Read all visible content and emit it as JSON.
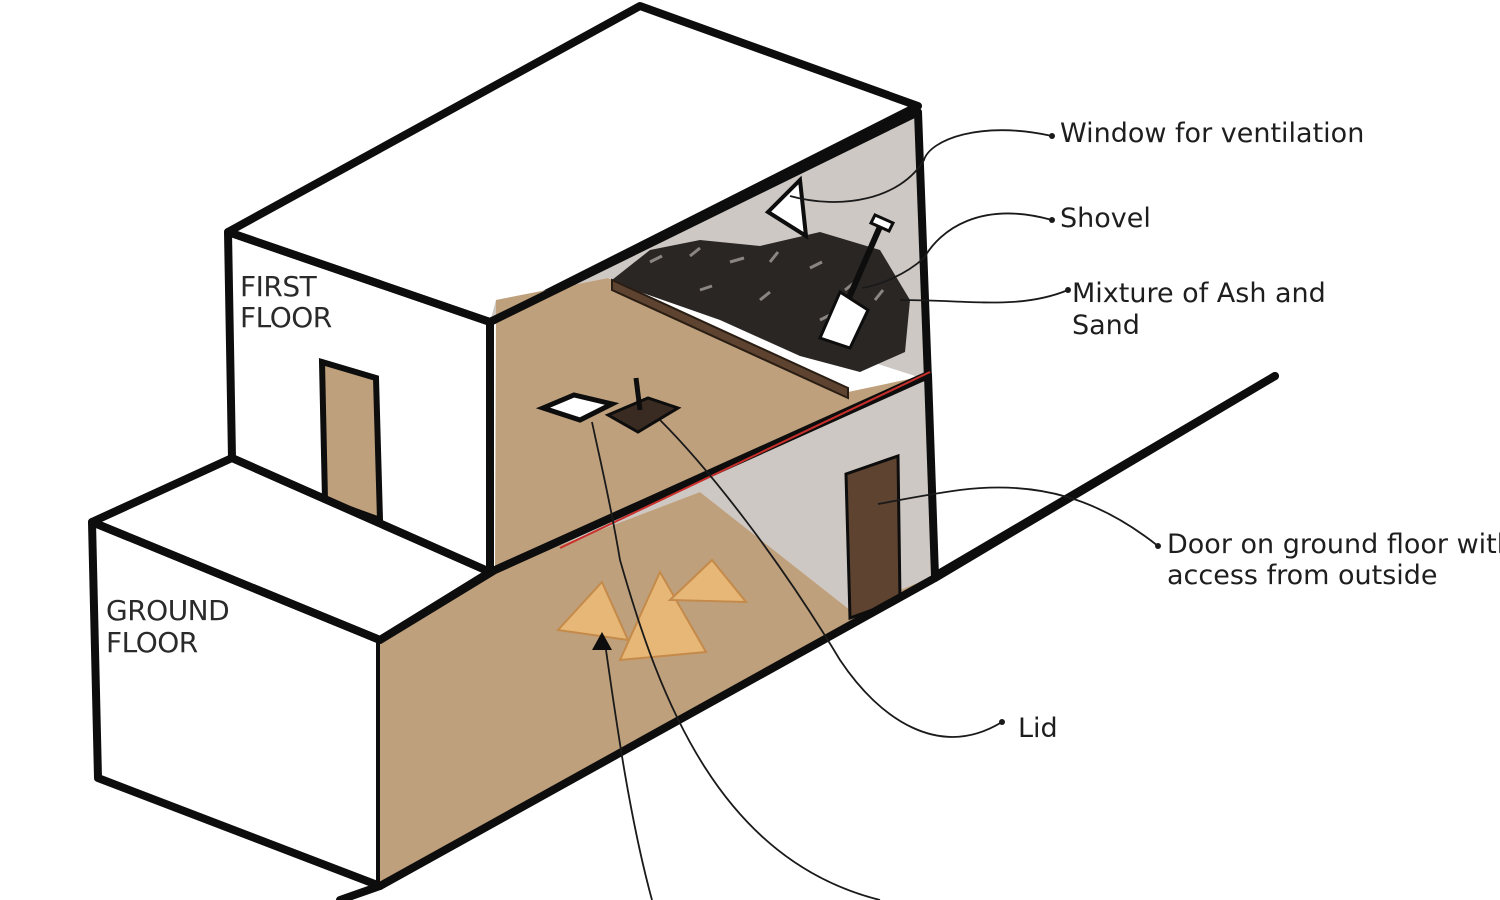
{
  "floors": {
    "first": [
      "FIRST",
      "FLOOR"
    ],
    "ground": [
      "GROUND",
      "FLOOR"
    ]
  },
  "labels": {
    "window": "Window for ventilation",
    "shovel": "Shovel",
    "mixture": [
      "Mixture of Ash and",
      "Sand"
    ],
    "door": [
      "Door on ground floor with",
      "access from outside"
    ],
    "lid": "Lid"
  },
  "colors": {
    "outline": "#0d0d0d",
    "wall_white": "#ffffff",
    "interior_floor": "#bfa07c",
    "interior_wall": "#cdc8c3",
    "door_brown": "#5e4330",
    "compost": "#e7b777",
    "ash_mixture": "#2a2624"
  }
}
